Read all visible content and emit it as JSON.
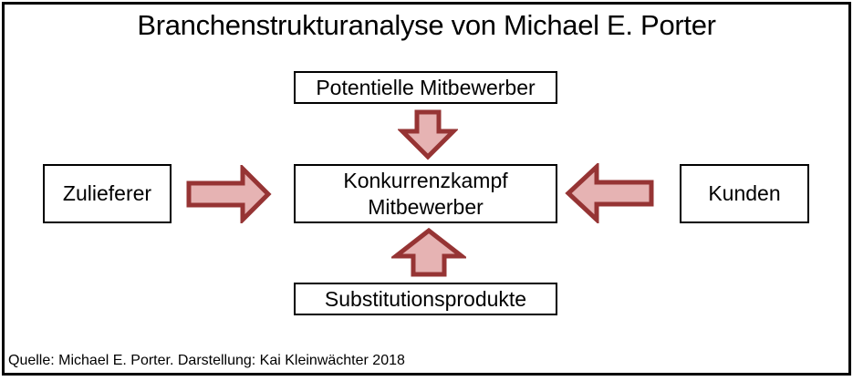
{
  "title": "Branchenstrukturanalyse von Michael E. Porter",
  "boxes": {
    "top": "Potentielle Mitbewerber",
    "center_line1": "Konkurrenzkampf",
    "center_line2": "Mitbewerber",
    "left": "Zulieferer",
    "right": "Kunden",
    "bottom": "Substitutionsprodukte"
  },
  "arrows": {
    "fill_color": "#e6b3b3",
    "stroke_color": "#963434",
    "directions": [
      "down",
      "right",
      "left",
      "up"
    ]
  },
  "footer": "Quelle: Michael E. Porter. Darstellung: Kai Kleinwächter 2018"
}
